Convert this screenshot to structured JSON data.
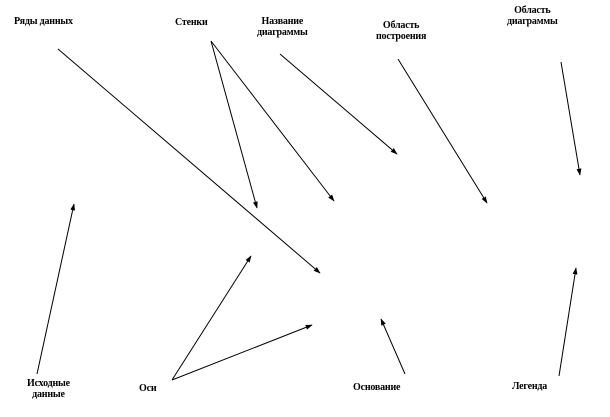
{
  "labels": {
    "data_series": "Ряды данных",
    "walls": "Стенки",
    "chart_title": [
      "Название",
      "диаграммы"
    ],
    "plot_area": [
      "Область",
      "построения"
    ],
    "chart_area": [
      "Область",
      "диаграммы"
    ],
    "source_data": [
      "Исходные",
      "данные"
    ],
    "axes": "Оси",
    "floor": "Основание",
    "legend": "Легенда"
  },
  "colors": {
    "ink": "#000000",
    "background": "#ffffff"
  }
}
